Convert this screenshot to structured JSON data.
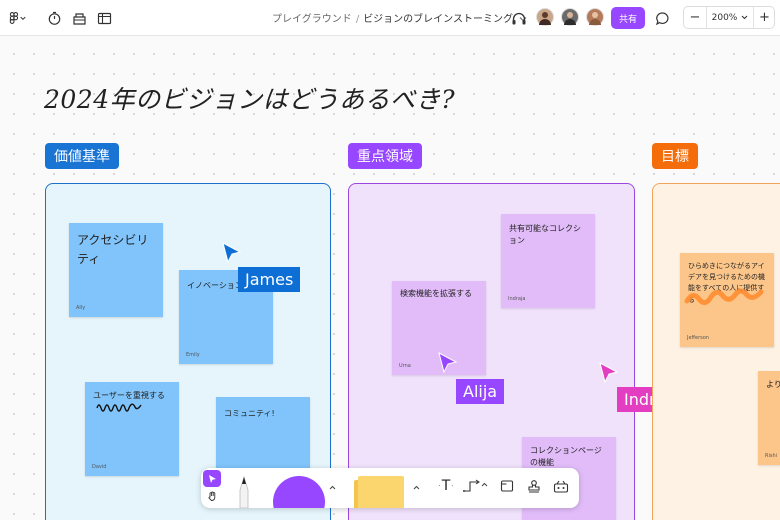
{
  "topbar": {
    "breadcrumb_parent": "プレイグラウンド",
    "breadcrumb_separator": "/",
    "breadcrumb_current": "ビジョンのブレインストーミング",
    "share_label": "共有",
    "zoom_minus": "−",
    "zoom_value": "200%",
    "zoom_plus": "+",
    "avatars": [
      {
        "name": "avatar-1",
        "color": "#c9a58a"
      },
      {
        "name": "avatar-2",
        "color": "#6b6b6b"
      },
      {
        "name": "avatar-3",
        "color": "#b57a5a"
      }
    ]
  },
  "board": {
    "title": "2024年のビジョンはどうあるべき?"
  },
  "sections": [
    {
      "label": "価値基準",
      "label_color": "#1a74d4",
      "border_color": "#1d6fcc",
      "bg_color": "#e5f5fb",
      "stickies": [
        {
          "text": "アクセシビリティ",
          "author": "Ally",
          "color": "#80c4fb",
          "big": true
        },
        {
          "text": "イノベーション",
          "author": "Emily",
          "color": "#80c4fb"
        },
        {
          "text": "ユーザーを重視する",
          "author": "David",
          "color": "#80c4fb",
          "scribble": true
        },
        {
          "text": "コミュニティ!",
          "author": "",
          "color": "#80c4fb"
        }
      ]
    },
    {
      "label": "重点領域",
      "label_color": "#9747ff",
      "border_color": "#9a47e0",
      "bg_color": "#f1e2fc",
      "stickies": [
        {
          "text": "共有可能なコレクション",
          "author": "Indraja",
          "color": "#e1bcf9"
        },
        {
          "text": "検索機能を拡張する",
          "author": "Urna",
          "color": "#e1bcf9"
        },
        {
          "text": "コレクションページの機能",
          "author": "",
          "color": "#e1bcf9"
        }
      ]
    },
    {
      "label": "目標",
      "label_color": "#f56d0a",
      "border_color": "#f2a55a",
      "bg_color": "#fdf2e4",
      "stickies": [
        {
          "text": "ひらめきにつながるアイデアを見つけるための機能をすべての人に提供する",
          "author": "Jefferson",
          "color": "#fcc68a"
        },
        {
          "text": "より...フォ...",
          "author": "Rishi",
          "color": "#fcc68a"
        }
      ]
    }
  ],
  "cursors": [
    {
      "name": "James",
      "color": "#0d6fd6"
    },
    {
      "name": "Alija",
      "color": "#9747ff"
    },
    {
      "name": "Indraja",
      "color": "#e33ec2"
    }
  ],
  "toolbar": {
    "tools": [
      "select",
      "hand",
      "pen",
      "shape",
      "sticky",
      "text",
      "connector",
      "section",
      "stamp",
      "widget"
    ],
    "text_tool_glyph": "T",
    "shape_color": "#9747ff",
    "sticky_color": "#fbd56e"
  }
}
